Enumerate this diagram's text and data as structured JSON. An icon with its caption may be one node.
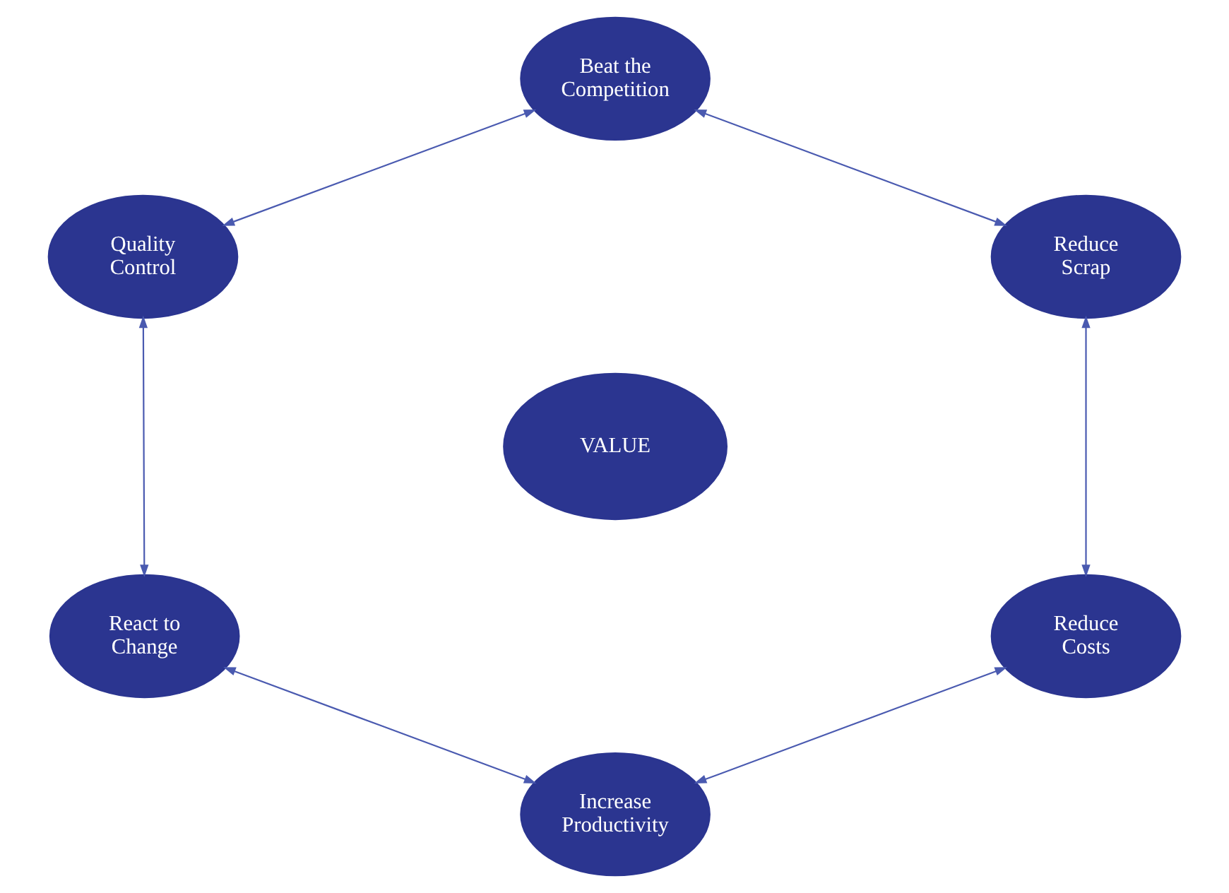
{
  "diagram": {
    "nodes": [
      {
        "text": [
          "Beat the Competition"
        ]
      },
      {
        "text": [
          "Quality Control"
        ]
      },
      {
        "text": [
          "Reduce Scrap"
        ]
      },
      {
        "text": [
          "VALUE"
        ]
      },
      {
        "text": [
          "React to Change"
        ]
      },
      {
        "text": [
          "Reduce Costs"
        ]
      },
      {
        "text": [
          "Increase Productivity"
        ]
      }
    ],
    "edges": [
      {
        "from": 0,
        "to": 1,
        "arrow": "both"
      },
      {
        "from": 0,
        "to": 2,
        "arrow": "both"
      },
      {
        "from": 1,
        "to": 4,
        "arrow": "both"
      },
      {
        "from": 2,
        "to": 5,
        "arrow": "both"
      },
      {
        "from": 4,
        "to": 6,
        "arrow": "both"
      },
      {
        "from": 5,
        "to": 6,
        "arrow": "both"
      }
    ]
  }
}
